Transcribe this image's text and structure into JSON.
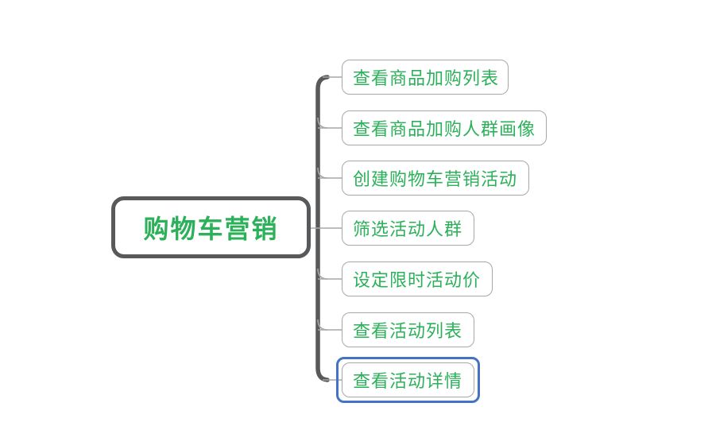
{
  "diagram": {
    "type": "mindmap",
    "root": {
      "label": "购物车营销"
    },
    "children": [
      {
        "label": "查看商品加购列表",
        "selected": false
      },
      {
        "label": "查看商品加购人群画像",
        "selected": false
      },
      {
        "label": "创建购物车营销活动",
        "selected": false
      },
      {
        "label": "筛选活动人群",
        "selected": false
      },
      {
        "label": "设定限时活动价",
        "selected": false
      },
      {
        "label": "查看活动列表",
        "selected": false
      },
      {
        "label": "查看活动详情",
        "selected": true
      }
    ],
    "colors": {
      "background": "#FFFFFF",
      "text_green": "#2CB05A",
      "root_border_gray": "#57595B",
      "node_border_gray": "#A7A7A7",
      "connector_gray": "#A7A7A7",
      "selection_blue": "#4472C4"
    }
  }
}
